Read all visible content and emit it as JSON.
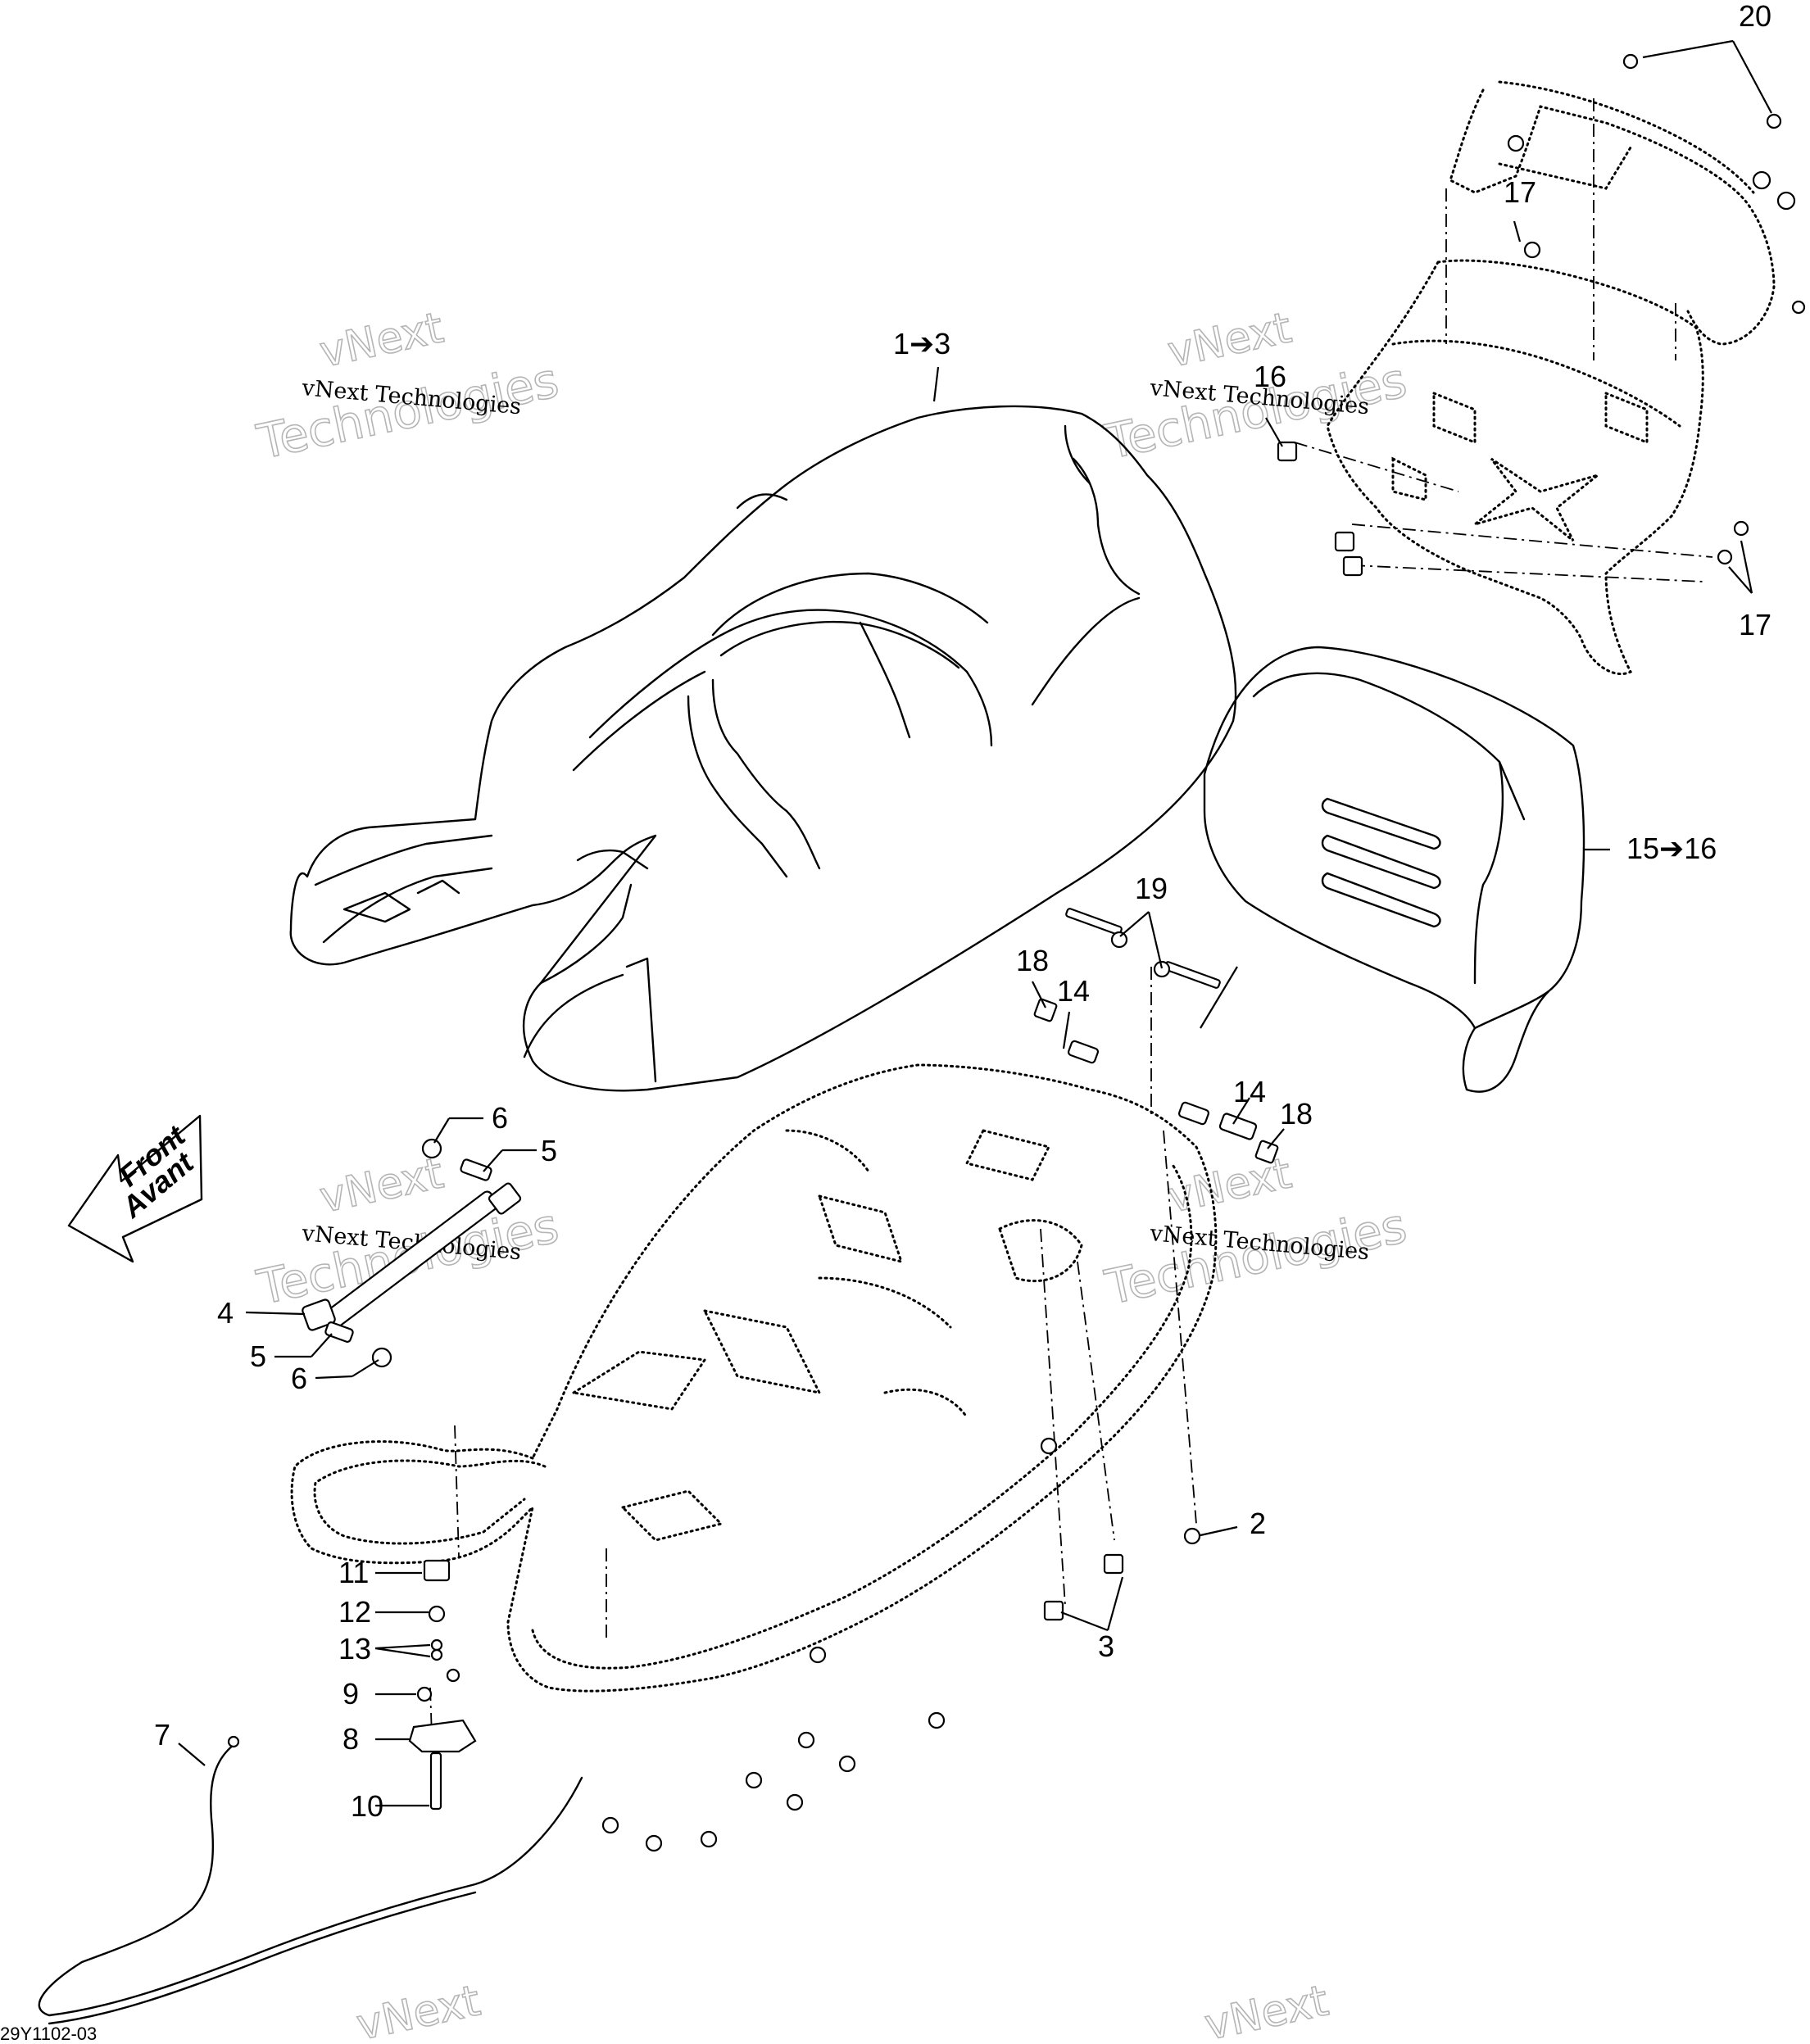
{
  "diagram": {
    "drawing_code": "29Y1102-03",
    "front_arrow": {
      "line1": "Front",
      "line2": "Avant"
    },
    "watermark": {
      "title": "vNext",
      "subtitle": "Technologies",
      "small": "vNext Technologies"
    },
    "callouts": [
      "1➔3",
      "2",
      "3",
      "4",
      "5",
      "5",
      "6",
      "6",
      "7",
      "8",
      "9",
      "10",
      "11",
      "12",
      "13",
      "14",
      "14",
      "15➔16",
      "16",
      "17",
      "17",
      "18",
      "18",
      "19",
      "20"
    ]
  }
}
